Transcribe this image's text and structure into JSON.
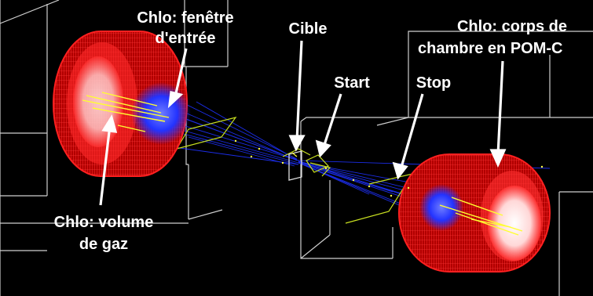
{
  "labels": {
    "entry_window": [
      "Chlo: fenêtre",
      "d'entrée"
    ],
    "target": "Cible",
    "start": "Start",
    "stop": "Stop",
    "chamber_body": [
      "Chlo: corps de",
      "chambre en POM-C"
    ],
    "gas_volume": [
      "Chlo: volume",
      "de gaz"
    ]
  },
  "colors": {
    "background": "#000000",
    "detector_mesh": "#ff1010",
    "tracks": "#1a2cff",
    "hits": "#ffff33",
    "geometry_edges": "#d8d8d8",
    "label_text": "#ffffff"
  }
}
